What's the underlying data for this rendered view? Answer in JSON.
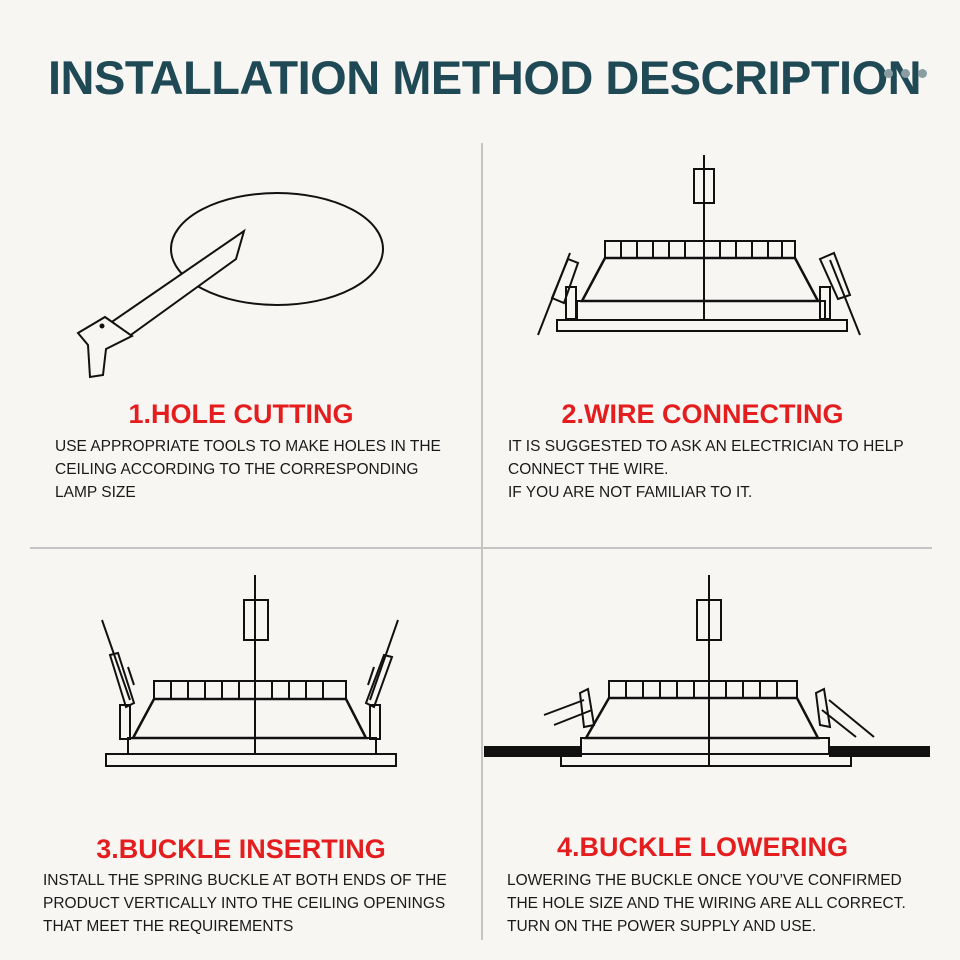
{
  "header": {
    "title": "INSTALLATION METHOD DESCRIPTION",
    "menu_icon": "ellipsis-icon"
  },
  "steps": [
    {
      "title": "1.HOLE CUTTING",
      "description": [
        "USE APPROPRIATE TOOLS TO MAKE HOLES IN THE",
        "CEILING ACCORDING TO THE CORRESPONDING",
        "LAMP SIZE"
      ],
      "illustration": "saw-cutting-hole-icon"
    },
    {
      "title": "2.WIRE CONNECTING",
      "description": [
        "IT IS SUGGESTED TO ASK AN ELECTRICIAN TO HELP",
        "CONNECT THE WIRE.",
        "IF YOU ARE NOT FAMILIAR TO IT."
      ],
      "illustration": "panel-light-wiring-icon"
    },
    {
      "title": "3.BUCKLE INSERTING",
      "description": [
        "INSTALL THE SPRING BUCKLE AT BOTH ENDS OF THE",
        "PRODUCT VERTICALLY INTO THE CEILING OPENINGS",
        "THAT MEET THE REQUIREMENTS"
      ],
      "illustration": "panel-light-buckle-insert-icon"
    },
    {
      "title": "4.BUCKLE LOWERING",
      "description": [
        "LOWERING THE BUCKLE ONCE YOU’VE CONFIRMED",
        "THE HOLE SIZE AND THE WIRING ARE ALL CORRECT.",
        "TURN ON THE POWER SUPPLY AND USE."
      ],
      "illustration": "panel-light-installed-icon"
    }
  ],
  "colors": {
    "title": "#1f4a55",
    "step_title": "#e41e1e",
    "text": "#1a1a1a",
    "background": "#f7f6f3",
    "divider": "#c4c4c4"
  }
}
